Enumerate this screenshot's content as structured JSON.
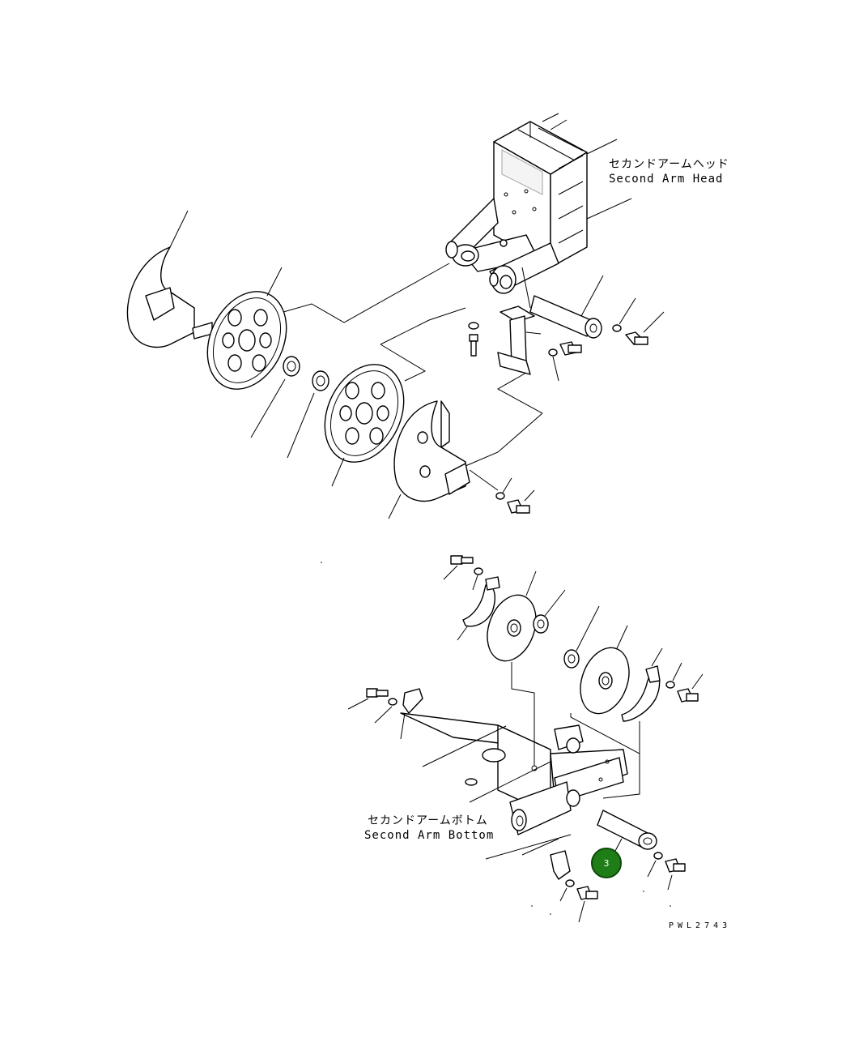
{
  "labels": {
    "head_jp": "セカンドアームヘッド",
    "head_en": "Second Arm Head",
    "bottom_jp": "セカンドアームボトム",
    "bottom_en": "Second Arm Bottom",
    "drawing_code": "PWL2743"
  },
  "callouts": [
    {
      "number": "3",
      "color": "#1e7d17"
    }
  ]
}
